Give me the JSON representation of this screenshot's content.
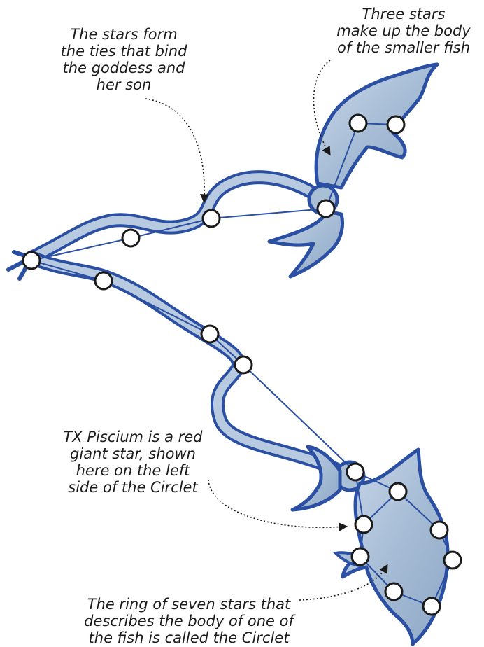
{
  "captions": {
    "ties": "The stars form\nthe ties that bind\nthe goddess and\nher son",
    "smaller_fish": "Three stars\nmake up the body\nof the smaller fish",
    "tx_piscium": "TX Piscium is a red\ngiant star, shown\nhere on the left\nside of the Circlet",
    "circlet": "The ring of seven stars that\ndescribes the body of one of\nthe fish is called the Circlet"
  },
  "colors": {
    "outline": "#2a4fa3",
    "fill": "#a9bfd6",
    "fill_light": "#c8d6e6",
    "star_fill": "#ffffff",
    "star_stroke": "#1a1a1a",
    "line": "#2a4fa3",
    "pointer": "#1a1a1a"
  }
}
